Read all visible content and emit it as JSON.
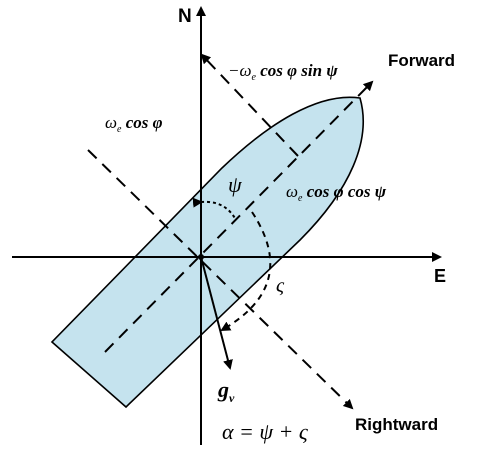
{
  "axes": {
    "north_label": "N",
    "east_label": "E"
  },
  "directions": {
    "forward_label": "Forward",
    "rightward_label": "Rightward"
  },
  "formulas": {
    "neg_term": "−ω",
    "neg_sub": "e",
    "neg_rest": " cos φ sin ψ",
    "cos_term": "ω",
    "cos_sub": "e",
    "cos_rest": " cos φ",
    "cos2_term": "ω",
    "cos2_sub": "e",
    "cos2_rest": " cos φ cos ψ",
    "psi": "ψ",
    "varsigma": "ς",
    "gv": "g",
    "gv_sub": "v",
    "alpha_eq": "α = ψ + ς"
  },
  "colors": {
    "hull_fill": "#c5e3ee",
    "stroke": "#000000"
  }
}
